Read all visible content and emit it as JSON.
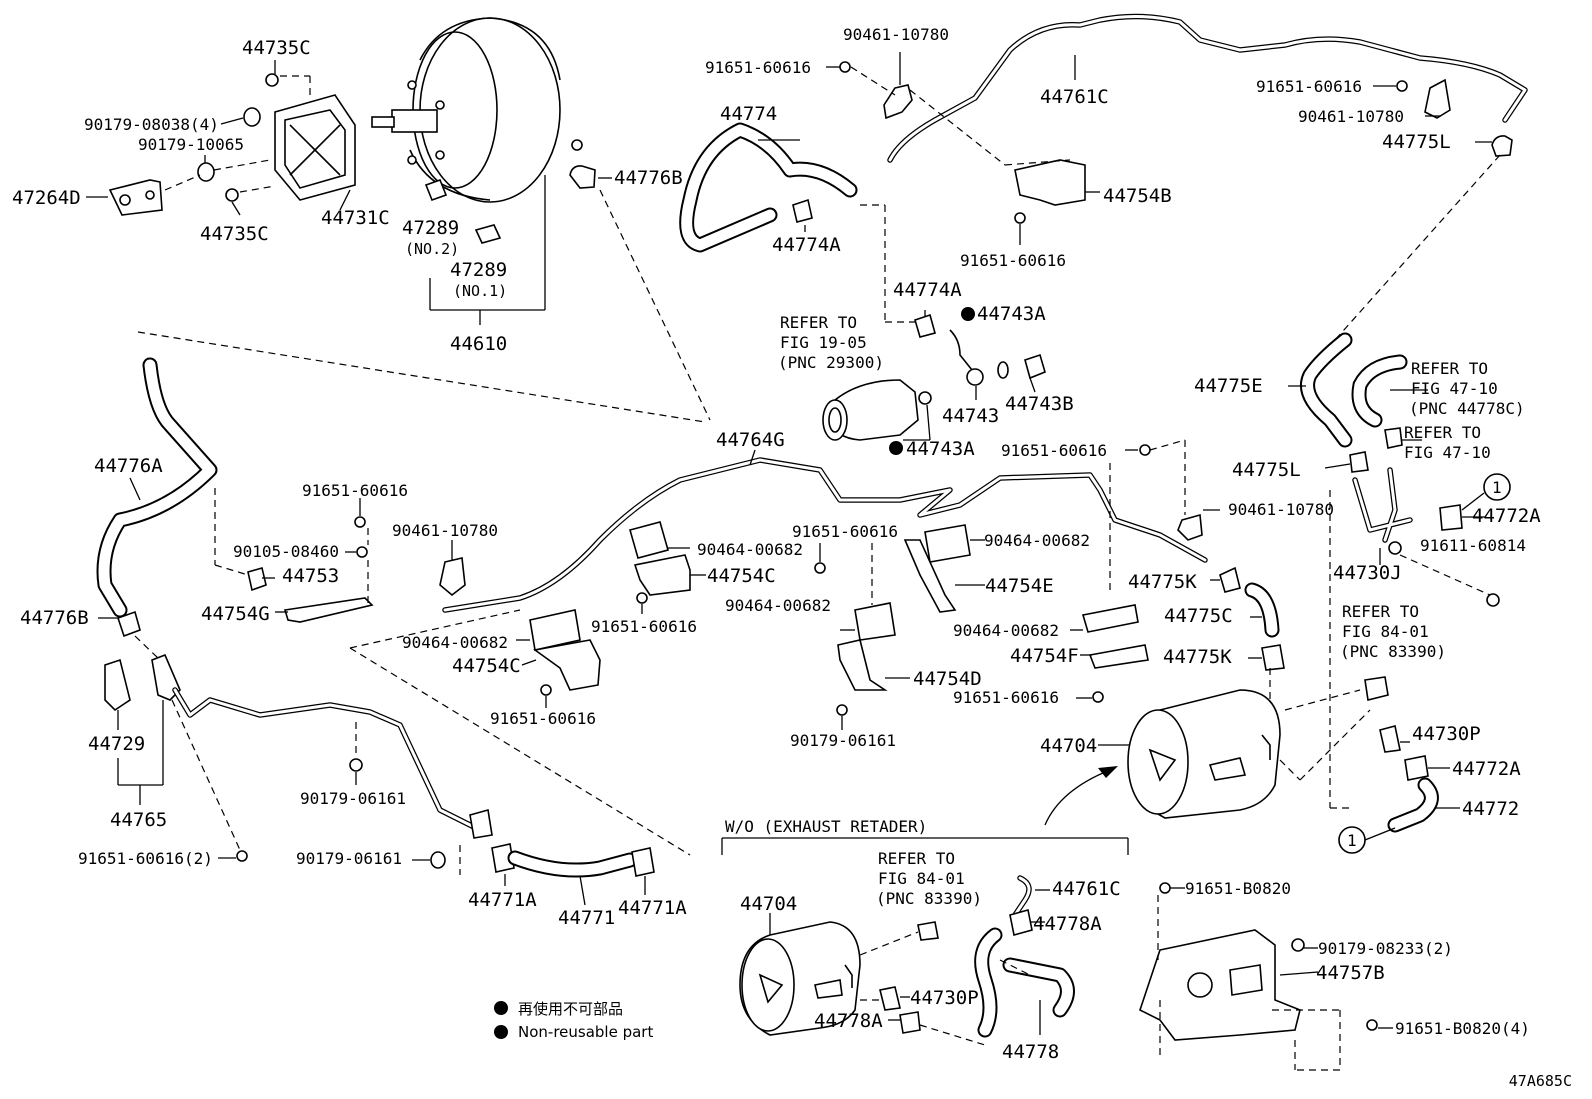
{
  "figure_code": "47A685C",
  "legend": {
    "items": [
      {
        "text": "再使用不可部品"
      },
      {
        "text": "Non-reusable part"
      }
    ]
  },
  "labels": {
    "p44735C_top": "44735C",
    "p90179_08038": "90179-08038(4)",
    "p90179_10065": "90179-10065",
    "p47264D": "47264D",
    "p44735C_bot": "44735C",
    "p44731C": "44731C",
    "p47289_no2": "47289",
    "p47289_no2_sub": "(NO.2)",
    "p47289_no1": "47289",
    "p47289_no1_sub": "(NO.1)",
    "p44610": "44610",
    "p44776B_top": "44776B",
    "p91651_60616_a": "91651-60616",
    "p90461_10780_a": "90461-10780",
    "p44761C_top": "44761C",
    "p91651_60616_b": "91651-60616",
    "p90461_10780_b": "90461-10780",
    "p44775L_top": "44775L",
    "p44774": "44774",
    "p44774A_a": "44774A",
    "p44754B": "44754B",
    "p91651_60616_c": "91651-60616",
    "p44774A_b": "44774A",
    "p44743A_a": "44743A",
    "refer_19_05_1": "REFER TO",
    "refer_19_05_2": "FIG 19-05",
    "refer_19_05_3": "(PNC 29300)",
    "p44743": "44743",
    "p44743B": "44743B",
    "p44743A_b": "44743A",
    "p44775E": "44775E",
    "refer_47_10a_1": "REFER TO",
    "refer_47_10a_2": "FIG 47-10",
    "refer_47_10a_3": "(PNC 44778C)",
    "refer_47_10b_1": "REFER TO",
    "refer_47_10b_2": "FIG 47-10",
    "p44764G": "44764G",
    "p91651_60616_d": "91651-60616",
    "p44775L_mid": "44775L",
    "p90461_10780_c": "90461-10780",
    "p44772A_top": "44772A",
    "p91611_60814": "91611-60814",
    "p44730J": "44730J",
    "p44776A": "44776A",
    "p91651_60616_e": "91651-60616",
    "p90461_10780_d": "90461-10780",
    "p90105_08460": "90105-08460",
    "p44753": "44753",
    "p44754G": "44754G",
    "p44776B_left": "44776B",
    "p90464_00682_a": "90464-00682",
    "p44754C_a": "44754C",
    "p91651_60616_f": "91651-60616",
    "p91651_60616_g": "91651-60616",
    "p90464_00682_b": "90464-00682",
    "p44754E": "44754E",
    "p44775K_a": "44775K",
    "p44775C": "44775C",
    "p90464_00682_c": "90464-00682",
    "p44754C_b": "44754C",
    "p90464_00682_d": "90464-00682",
    "p90464_00682_e": "90464-00682",
    "p44754F": "44754F",
    "p44775K_b": "44775K",
    "p91651_60616_h": "91651-60616",
    "p44754D": "44754D",
    "p91651_60616_i": "91651-60616",
    "refer_84_01a_1": "REFER TO",
    "refer_84_01a_2": "FIG 84-01",
    "refer_84_01a_3": "(PNC 83390)",
    "p44729": "44729",
    "p44765": "44765",
    "p90179_06161_a": "90179-06161",
    "p90179_06161_b": "90179-06161",
    "p90179_06161_c": "90179-06161",
    "p91651_60616_2": "91651-60616(2)",
    "p44704_a": "44704",
    "p44730P_a": "44730P",
    "p44772A_bot": "44772A",
    "p44772": "44772",
    "p44771A_a": "44771A",
    "p44771": "44771",
    "p44771A_b": "44771A",
    "wo_exhaust": "W/O (EXHAUST RETADER)",
    "refer_84_01b_1": "REFER TO",
    "refer_84_01b_2": "FIG 84-01",
    "refer_84_01b_3": "(PNC 83390)",
    "p44761C_bot": "44761C",
    "p91651_B0820": "91651-B0820",
    "p44778A_a": "44778A",
    "p44704_b": "44704",
    "p44730P_b": "44730P",
    "p44778A_b": "44778A",
    "p44778": "44778",
    "p90179_08233": "90179-08233(2)",
    "p44757B": "44757B",
    "p91651_B0820_4": "91651-B0820(4)",
    "circle_1_a": "1",
    "circle_1_b": "1"
  }
}
